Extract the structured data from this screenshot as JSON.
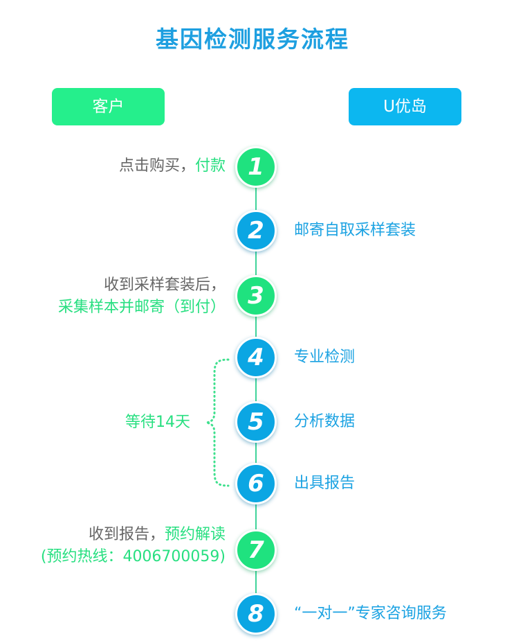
{
  "title": "基因检测服务流程",
  "headers": {
    "client": "客户",
    "provider": "U优岛"
  },
  "steps": [
    {
      "num": "1",
      "side": "left",
      "lines": [
        [
          {
            "t": "点击购买，",
            "c": "gray"
          },
          {
            "t": "付款",
            "c": "green"
          }
        ]
      ]
    },
    {
      "num": "2",
      "side": "right",
      "text": "邮寄自取采样套装"
    },
    {
      "num": "3",
      "side": "left",
      "lines": [
        [
          {
            "t": "收到采样套装后，",
            "c": "gray"
          }
        ],
        [
          {
            "t": "采集样本并邮寄（到付）",
            "c": "green"
          }
        ]
      ]
    },
    {
      "num": "4",
      "side": "right",
      "text": "专业检测"
    },
    {
      "num": "5",
      "side": "right",
      "text": "分析数据"
    },
    {
      "num": "6",
      "side": "right",
      "text": "出具报告"
    },
    {
      "num": "7",
      "side": "left",
      "lines": [
        [
          {
            "t": "收到报告，",
            "c": "gray"
          },
          {
            "t": "预约解读",
            "c": "green"
          }
        ],
        [
          {
            "t": "(预约热线：4006700059)",
            "c": "green"
          }
        ]
      ]
    },
    {
      "num": "8",
      "side": "right",
      "text": "“一对一”专家咨询服务"
    }
  ],
  "wait_label": "等待14天",
  "colors": {
    "title": "#1d9fe0",
    "client": "#25ef8c",
    "provider": "#0cb7f0",
    "green": "#27df80",
    "blue": "#1ba2e2",
    "gray": "#666666"
  }
}
